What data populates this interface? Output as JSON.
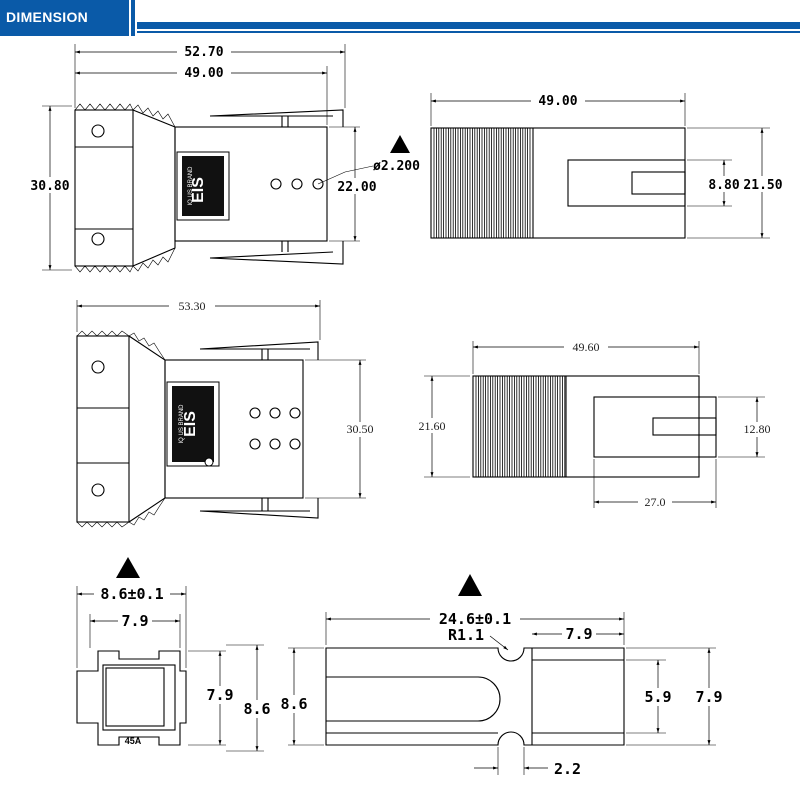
{
  "header": {
    "title": "DIMENSION"
  },
  "logo": {
    "text": "IQ US BRAND",
    "mark": "EIS"
  },
  "view1": {
    "overall_length": "52.70",
    "body_length": "49.00",
    "height": "30.80",
    "inner_height": "22.00",
    "hole": "ø2.200"
  },
  "view2": {
    "length": "49.00",
    "height": "21.50",
    "slot": "8.80"
  },
  "view3": {
    "length": "53.30",
    "height": "30.50"
  },
  "view4": {
    "length": "49.60",
    "height": "21.60",
    "slot": "12.80",
    "slot_length": "27.0"
  },
  "view5": {
    "outer": "8.6±0.1",
    "inner": "7.9",
    "height_inner": "7.9",
    "height_outer": "8.6",
    "marking": "45A"
  },
  "view6": {
    "length": "24.6±0.1",
    "radius": "R1.1",
    "width": "7.9",
    "height_left": "8.6",
    "inner": "5.9",
    "height_right": "7.9",
    "notch": "2.2"
  }
}
